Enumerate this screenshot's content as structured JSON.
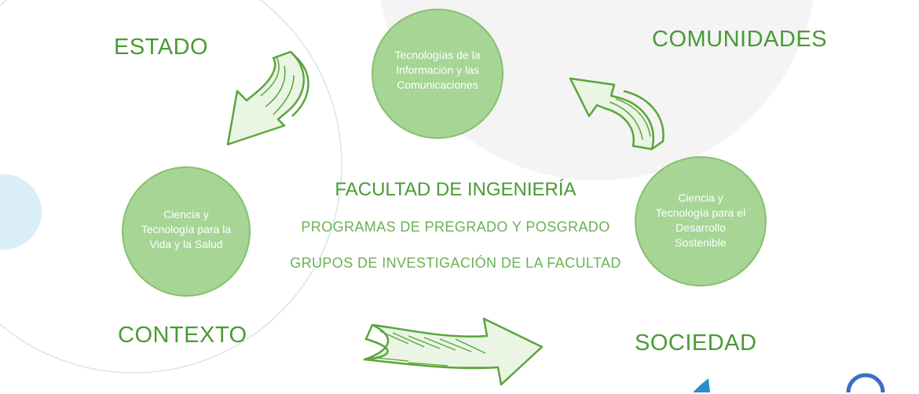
{
  "labels": {
    "estado": "ESTADO",
    "comunidades": "COMUNIDADES",
    "contexto": "CONTEXTO",
    "sociedad": "SOCIEDAD"
  },
  "center": {
    "title": "FACULTAD DE INGENIERÍA",
    "line1": "PROGRAMAS DE PREGRADO Y POSGRADO",
    "line2": "GRUPOS DE INVESTIGACIÓN DE LA FACULTAD"
  },
  "circles": {
    "tic": "Tecnologías de la Información y las Comunicaciones",
    "vida_salud": "Ciencia y Tecnología para la Vida y la Salud",
    "desarrollo": "Ciencia y Tecnología para el Desarrollo Sostenible"
  },
  "colors": {
    "text_green": "#4a9a35",
    "circle_fill": "#a6d595",
    "arrow_green": "#5aa53d",
    "background_gray": "#f4f4f4",
    "background_blue": "#d9eef8"
  },
  "icons": [
    "curved-arrow-icon",
    "curved-arrow-icon",
    "curved-arrow-icon"
  ]
}
